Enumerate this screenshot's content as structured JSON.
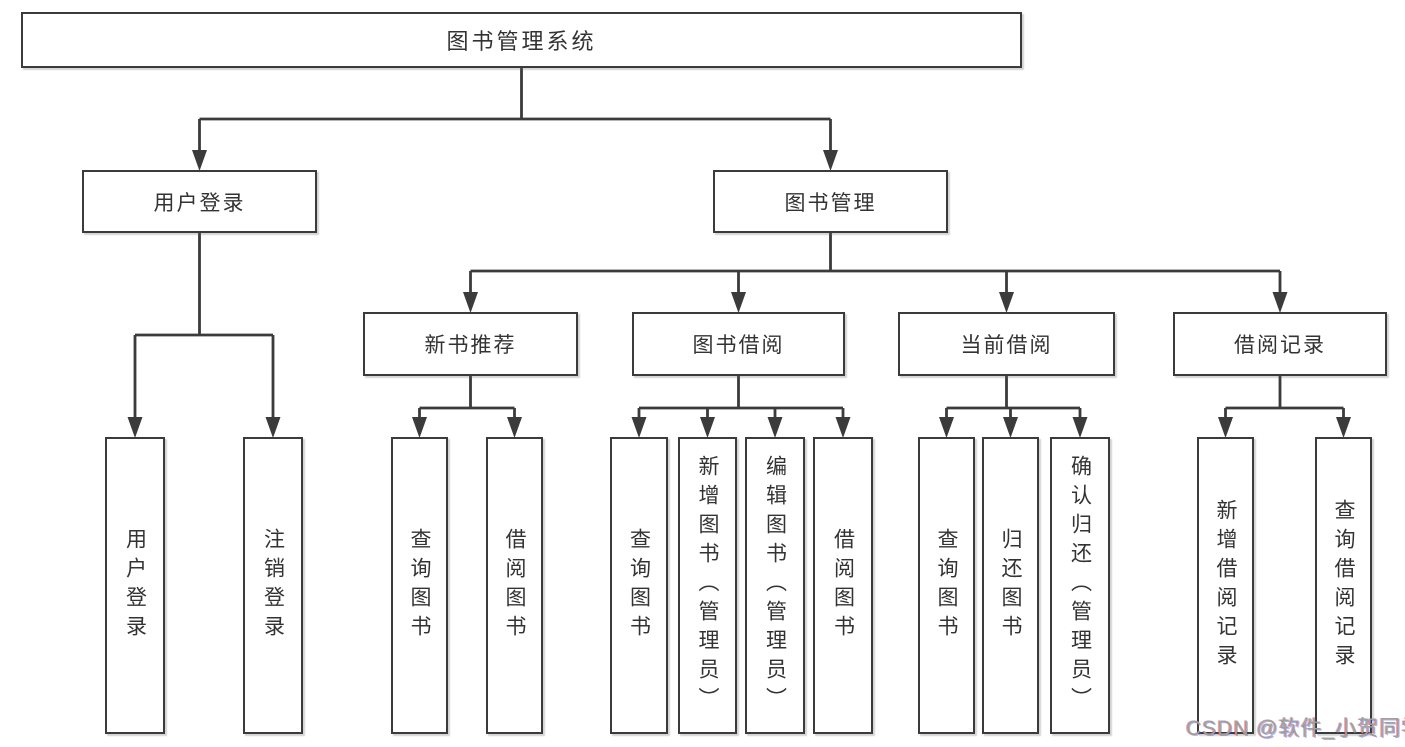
{
  "diagram": {
    "title": "图书管理系统",
    "tree": {
      "id": "root",
      "label": "图书管理系统",
      "children": [
        {
          "id": "user-login",
          "label": "用户登录",
          "children": [
            {
              "id": "ul-login",
              "label": "用户登录"
            },
            {
              "id": "ul-logout",
              "label": "注销登录"
            }
          ]
        },
        {
          "id": "book-management",
          "label": "图书管理",
          "children": [
            {
              "id": "new-book-recommend",
              "label": "新书推荐",
              "children": [
                {
                  "id": "nbr-query",
                  "label": "查询图书"
                },
                {
                  "id": "nbr-borrow",
                  "label": "借阅图书"
                }
              ]
            },
            {
              "id": "book-borrow",
              "label": "图书借阅",
              "children": [
                {
                  "id": "bb-query",
                  "label": "查询图书"
                },
                {
                  "id": "bb-add",
                  "label": "新增图书（管理员）"
                },
                {
                  "id": "bb-edit",
                  "label": "编辑图书（管理员）"
                },
                {
                  "id": "bb-borrow",
                  "label": "借阅图书"
                }
              ]
            },
            {
              "id": "current-borrow",
              "label": "当前借阅",
              "children": [
                {
                  "id": "cb-query",
                  "label": "查询图书"
                },
                {
                  "id": "cb-return",
                  "label": "归还图书"
                },
                {
                  "id": "cb-confirm",
                  "label": "确认归还（管理员）"
                }
              ]
            },
            {
              "id": "borrow-record",
              "label": "借阅记录",
              "children": [
                {
                  "id": "br-add",
                  "label": "新增借阅记录"
                },
                {
                  "id": "br-query",
                  "label": "查询借阅记录"
                }
              ]
            }
          ]
        }
      ]
    }
  },
  "watermark": {
    "text": "CSDN @软件_小贺同学"
  },
  "colors": {
    "line": "#3b3b3b",
    "box_border": "#3b3b3b",
    "text": "#333333",
    "watermark": "#a0a0a0",
    "background": "#ffffff"
  }
}
